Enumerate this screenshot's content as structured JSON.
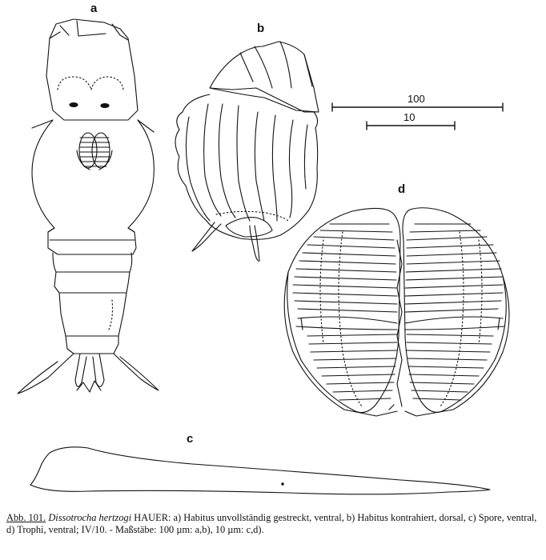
{
  "figure": {
    "panel_labels": {
      "a": "a",
      "b": "b",
      "c": "c",
      "d": "d"
    },
    "scale_bars": {
      "top": "100",
      "bottom": "10"
    }
  },
  "caption": {
    "abb": "Abb. 101.",
    "species": "Dissotrocha hertzogi",
    "text": "HAUER: a) Habitus unvollständig gestreckt, ventral, b) Habitus kontrahiert, dorsal, c) Spore, ventral, d) Trophi, ventral; IV/10. - Maßstäbe: 100 µm: a,b), 10 µm: c,d)."
  }
}
